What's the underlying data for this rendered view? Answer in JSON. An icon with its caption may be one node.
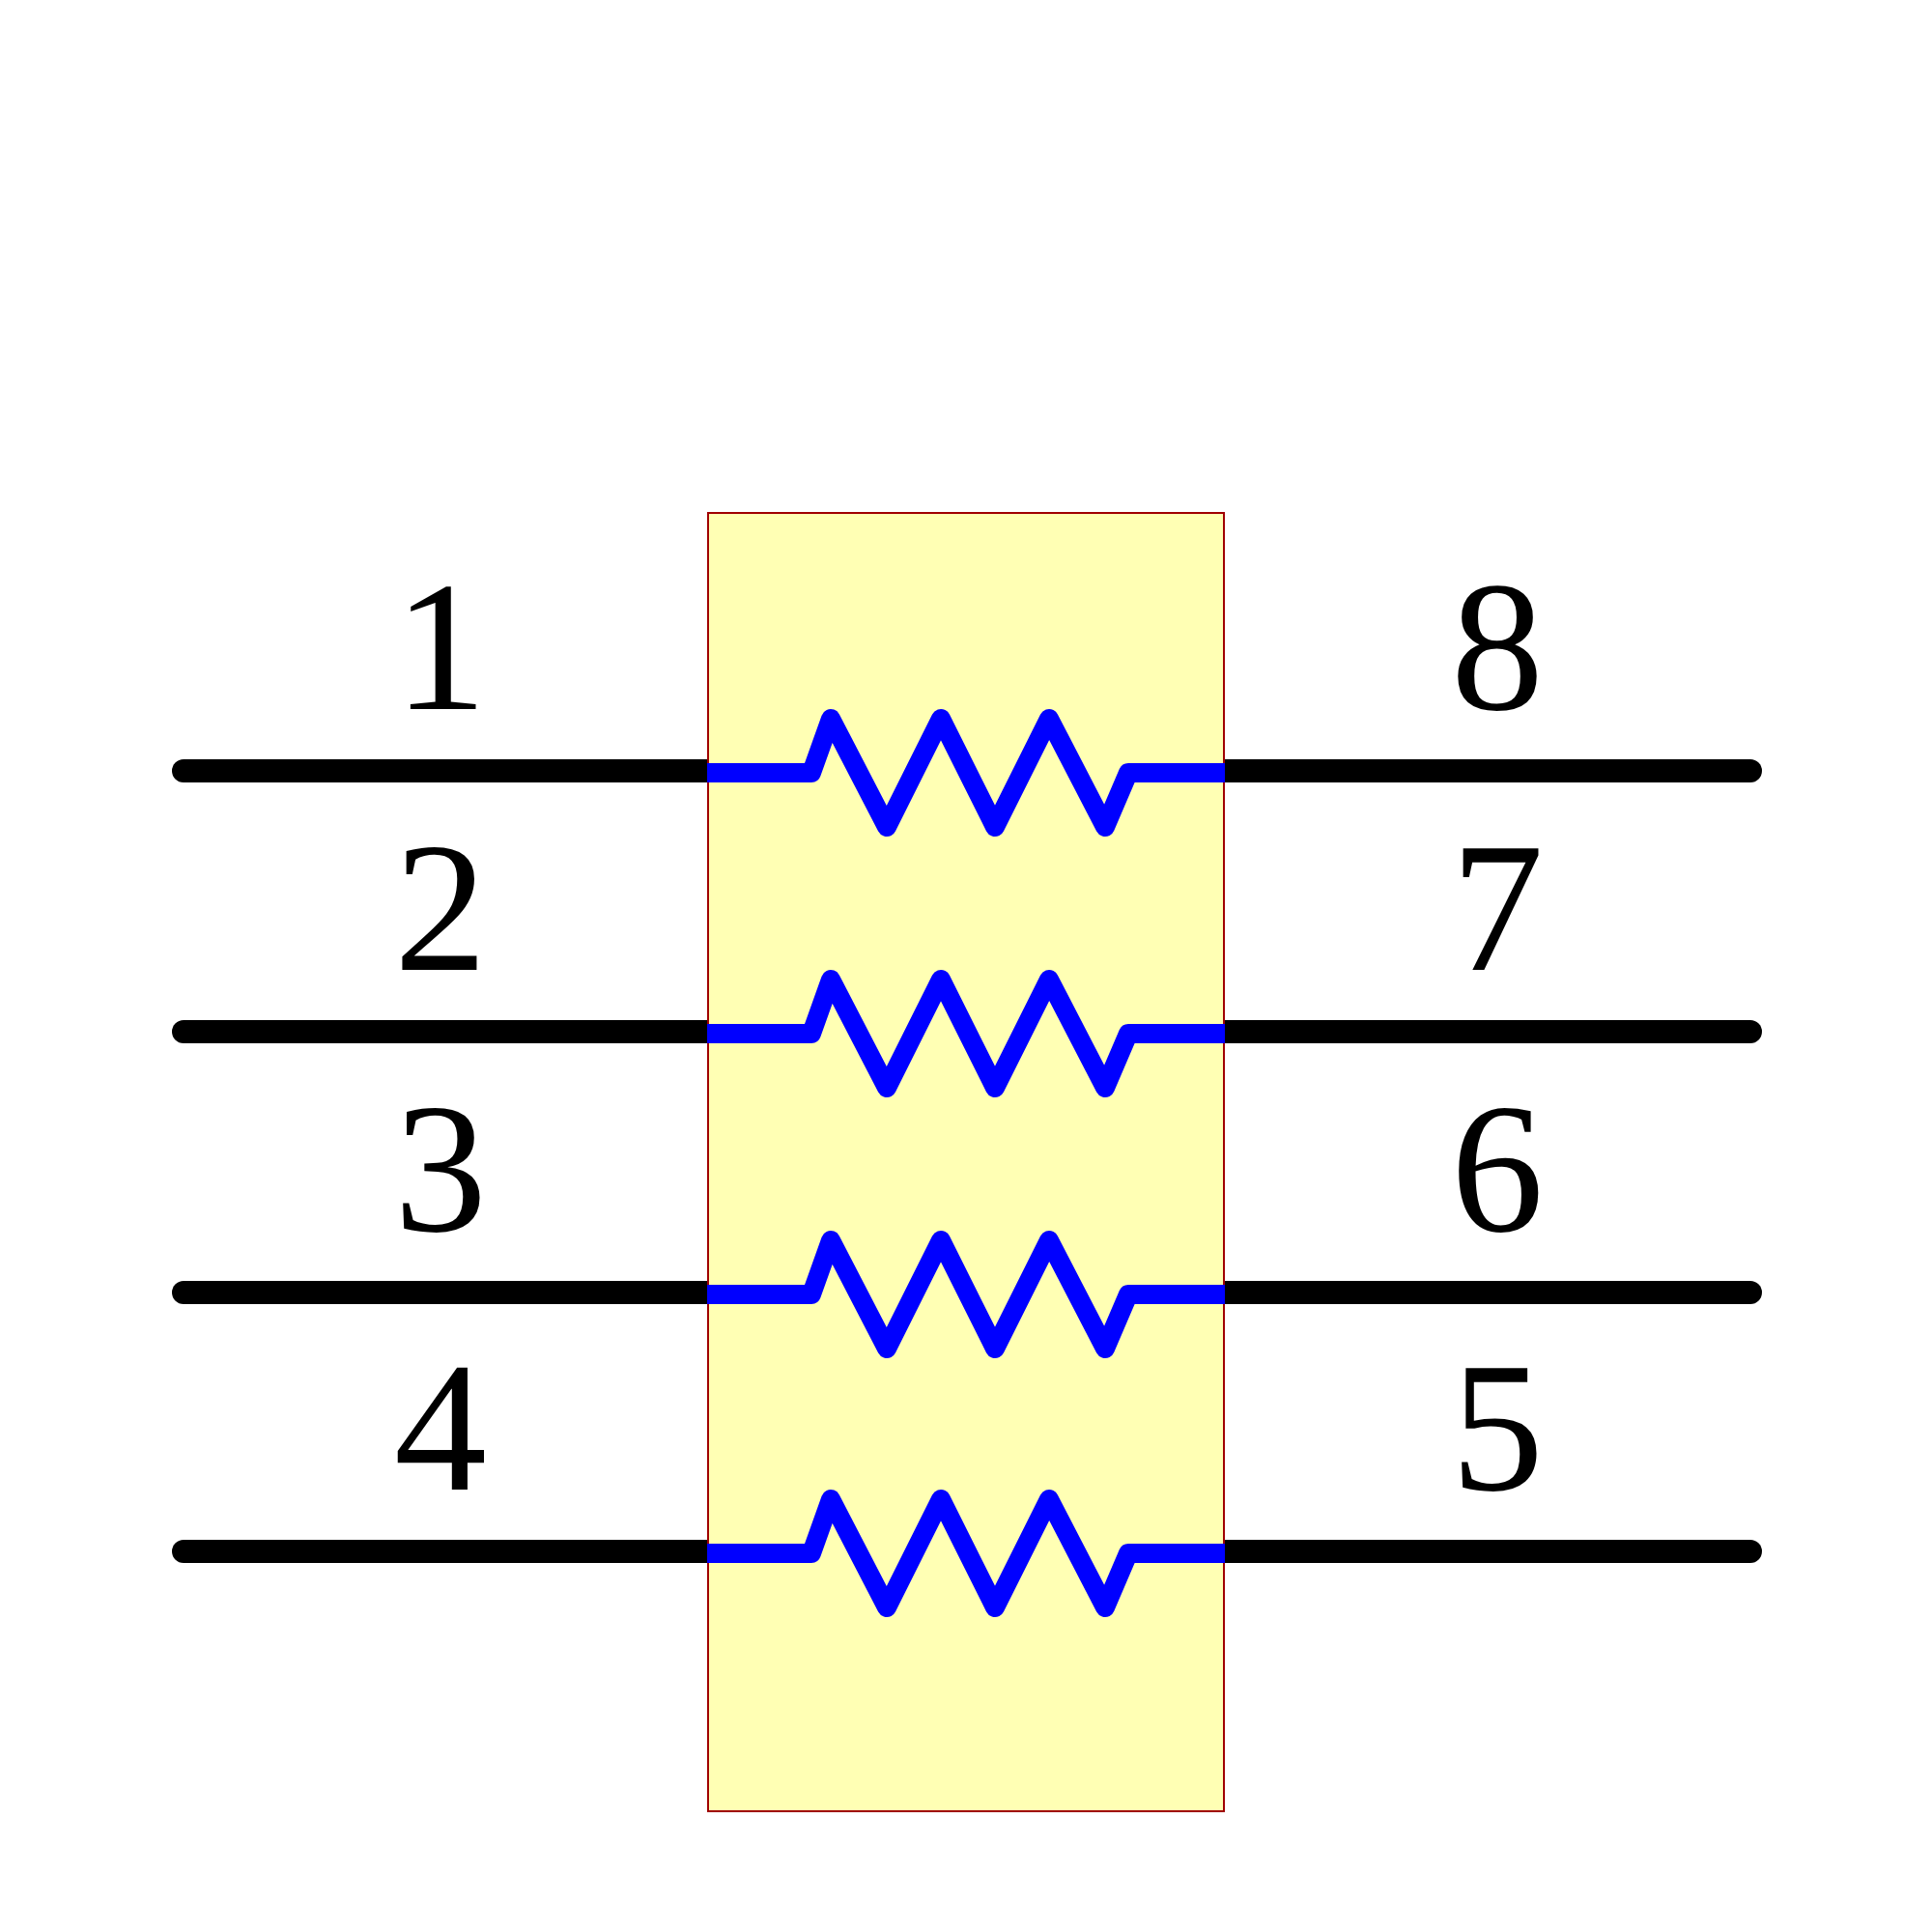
{
  "diagram": {
    "nodes": [
      {
        "text": [],
        "shape": "box"
      },
      {
        "text": [],
        "shape": "resistor",
        "in": 0
      },
      {
        "text": [],
        "shape": "resistor",
        "in": 0
      },
      {
        "text": [],
        "shape": "resistor",
        "in": 0
      },
      {
        "text": [],
        "shape": "resistor",
        "in": 0
      }
    ],
    "edges": [
      {
        "from": null,
        "to": 1,
        "arrow": "none"
      },
      {
        "from": 1,
        "to": null,
        "arrow": "none"
      },
      {
        "from": null,
        "to": 2,
        "arrow": "none"
      },
      {
        "from": 2,
        "to": null,
        "arrow": "none"
      },
      {
        "from": null,
        "to": 3,
        "arrow": "none"
      },
      {
        "from": 3,
        "to": null,
        "arrow": "none"
      },
      {
        "from": null,
        "to": 4,
        "arrow": "none"
      },
      {
        "from": 4,
        "to": null,
        "arrow": "none"
      }
    ],
    "labels": [
      "1",
      "8",
      "2",
      "7",
      "3",
      "6",
      "4",
      "5"
    ]
  }
}
